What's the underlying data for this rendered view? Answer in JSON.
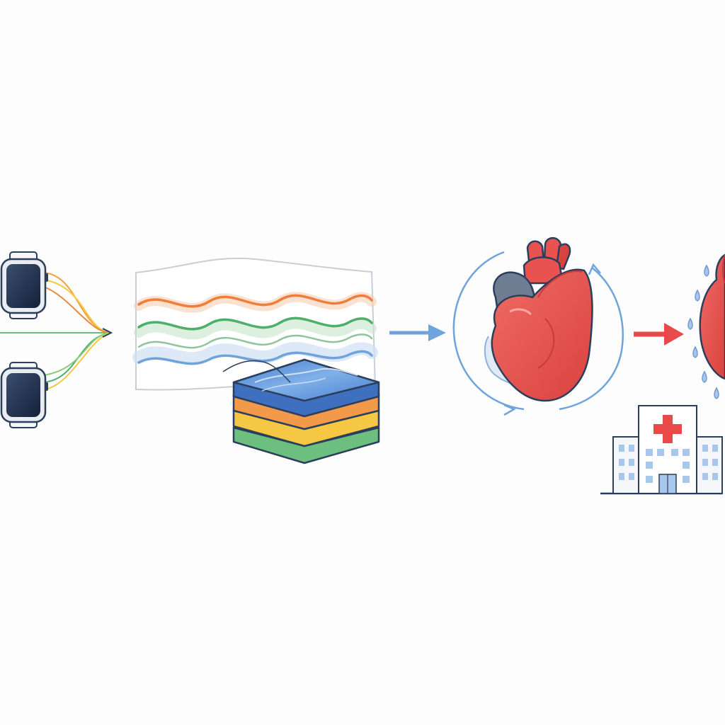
{
  "diagram": {
    "stages": [
      {
        "id": "wearables",
        "icon": "smartwatch-icon",
        "count": 2
      },
      {
        "id": "signal-processing",
        "icon": "waveform-icon",
        "waves": 3
      },
      {
        "id": "data-layers",
        "icon": "data-stack-icon",
        "layers": 4
      },
      {
        "id": "cardiac-analysis",
        "icon": "heart-icon"
      },
      {
        "id": "clinical-outcome",
        "icon": "hospital-icon"
      }
    ],
    "colors": {
      "background": "#fdfdfd",
      "outline": "#2b3f5c",
      "watch_screen": "#1f2d44",
      "wave_orange": "#ef7d3c",
      "wave_green": "#4caf6a",
      "wave_blue": "#6fa3dc",
      "layer_blue": "#5b8fd6",
      "layer_orange": "#f2994a",
      "layer_yellow": "#f5c742",
      "layer_green": "#6cbf7f",
      "heart_red": "#e8524f",
      "heart_dark": "#c63b3b",
      "heart_grey": "#6f7d92",
      "arrow_blue": "#6fa3dc",
      "arrow_red": "#e84a4a",
      "hospital_cross": "#e84a4a",
      "hospital_window": "#a9c7ea"
    }
  }
}
